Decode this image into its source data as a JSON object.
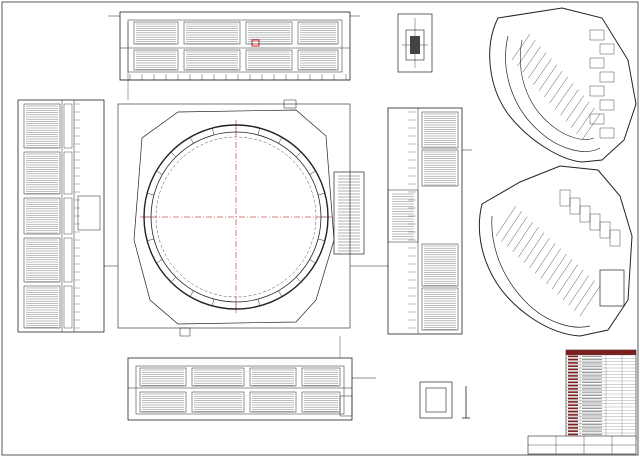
{
  "sheet": {
    "colors": {
      "ink": "#1a1a1a",
      "light_ink": "#555555",
      "center_line": "#b00000",
      "highlight": "#cc2222",
      "paper": "#ffffff",
      "table_header": "#7a1f1f"
    }
  },
  "views": {
    "top_elevation": {
      "label": "top-elevation-view"
    },
    "bottom_elevation": {
      "label": "bottom-elevation-view"
    },
    "left_section": {
      "label": "left-section-view"
    },
    "right_section": {
      "label": "right-section-view"
    },
    "front_ring": {
      "label": "front-ring-view"
    },
    "detail_top": {
      "label": "detail-view-top"
    },
    "detail_bottom": {
      "label": "detail-view-bottom"
    },
    "iso_upper": {
      "label": "isometric-view-upper"
    },
    "iso_lower": {
      "label": "isometric-view-lower"
    }
  },
  "parts_list": {
    "rows": 26
  },
  "title_block": {
    "cells": 6
  }
}
